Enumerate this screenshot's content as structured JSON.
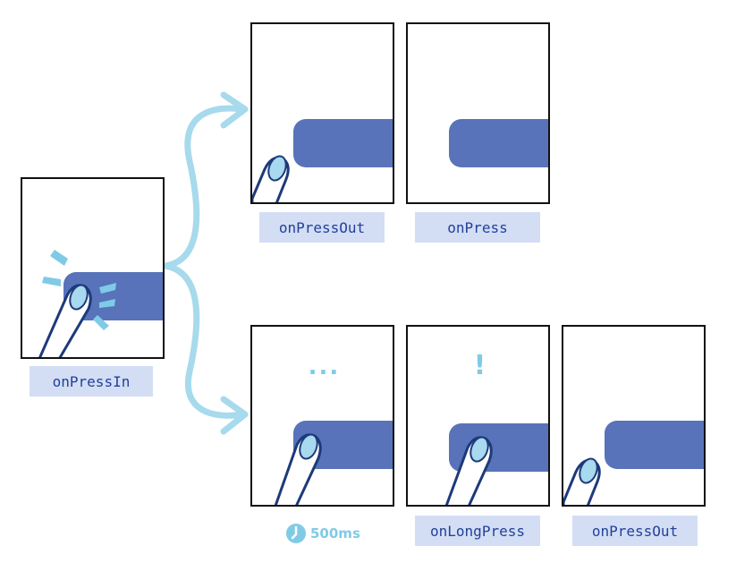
{
  "labels": {
    "press_in": "onPressIn",
    "press_out_1": "onPressOut",
    "press": "onPress",
    "long_press": "onLongPress",
    "press_out_2": "onPressOut"
  },
  "indicators": {
    "waiting": "...",
    "alert": "!"
  },
  "timer": {
    "value": "500ms",
    "icon": "clock-icon"
  },
  "colors": {
    "button": "#5873b9",
    "label_bg": "#d3def4",
    "label_text": "#23409a",
    "accent": "#7fcbe7",
    "fingertip": "#a8d9ee",
    "finger_outline": "#1d3a7a"
  }
}
